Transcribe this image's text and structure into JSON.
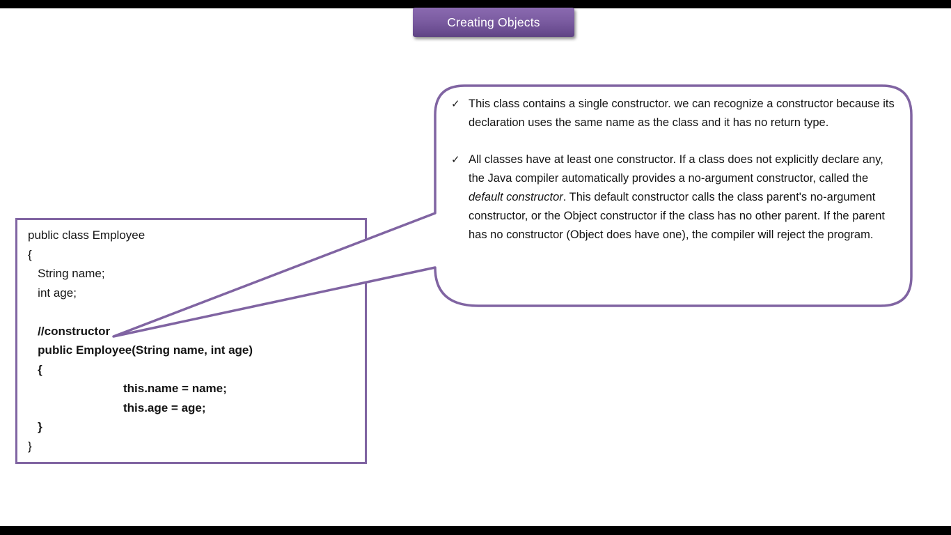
{
  "slide": {
    "title": "Creating Objects"
  },
  "code_box": {
    "lines": [
      {
        "text": "public class Employee",
        "bold": false
      },
      {
        "text": "{",
        "bold": false
      },
      {
        "text": "   String name;",
        "bold": false
      },
      {
        "text": "   int age;",
        "bold": false
      },
      {
        "text": "",
        "bold": false
      },
      {
        "text": "   //constructor",
        "bold": true
      },
      {
        "text": "   public Employee(String name, int age)",
        "bold": true
      },
      {
        "text": "   {",
        "bold": true
      },
      {
        "text": "                             this.name = name;",
        "bold": true
      },
      {
        "text": "                             this.age = age;",
        "bold": true
      },
      {
        "text": "   }",
        "bold": true
      },
      {
        "text": "}",
        "bold": false
      }
    ]
  },
  "callout": {
    "bullet_icon": "✓",
    "bullet1": {
      "text": "This class contains a single constructor. we can recognize a constructor because its declaration uses the same name as the class and it has no return type."
    },
    "bullet2": {
      "pre": "All classes have at least one constructor. If a class does not explicitly declare any, the Java compiler automatically provides a no-argument constructor, called the ",
      "italic": "default constructor",
      "post": ". This default constructor calls the class parent's no-argument constructor, or the Object constructor if the class has no other parent. If the parent has no constructor (Object does have one), the compiler will reject the program."
    }
  },
  "colors": {
    "accent_purple": "#8064A2",
    "banner_top": "#8A6AB0",
    "banner_bottom": "#5E4382",
    "letterbox": "#000000",
    "background": "#FFFFFF",
    "text": "#141414"
  }
}
